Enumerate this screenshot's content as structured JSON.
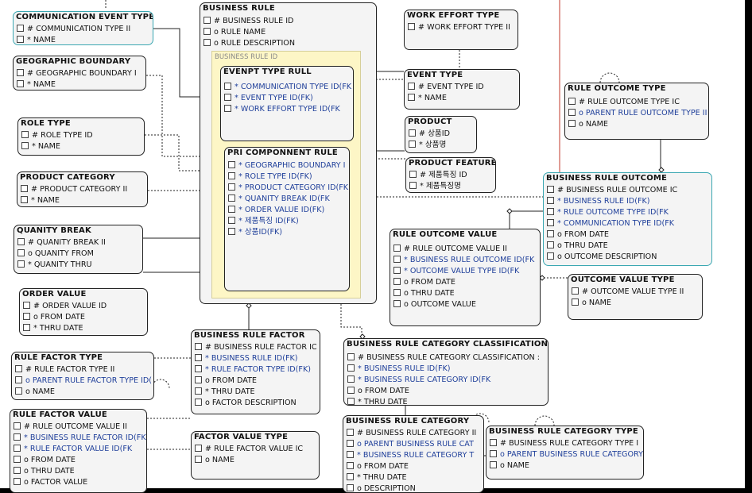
{
  "entities": {
    "communication_event_type": {
      "title": "COMMUNICATION EVENT TYPE",
      "rows": [
        {
          "text": "# COMMUNICATION TYPE II"
        },
        {
          "text": "* NAME"
        }
      ]
    },
    "geographic_boundary": {
      "title": "GEOGRAPHIC BOUNDARY",
      "rows": [
        {
          "text": "# GEOGRAPHIC BOUNDARY I"
        },
        {
          "text": "* NAME"
        }
      ]
    },
    "role_type": {
      "title": "ROLE TYPE",
      "rows": [
        {
          "text": "# ROLE TYPE ID"
        },
        {
          "text": "* NAME"
        }
      ]
    },
    "product_category": {
      "title": "PRODUCT CATEGORY",
      "rows": [
        {
          "text": "# PRODUCT CATEGORY II"
        },
        {
          "text": "* NAME"
        }
      ]
    },
    "quanity_break": {
      "title": "QUANITY BREAK",
      "rows": [
        {
          "text": "# QUANITY BREAK II"
        },
        {
          "text": "o QUANITY FROM"
        },
        {
          "text": "* QUANITY THRU"
        }
      ]
    },
    "order_value": {
      "title": "ORDER VALUE",
      "rows": [
        {
          "text": "# ORDER VALUE ID"
        },
        {
          "text": "o FROM DATE"
        },
        {
          "text": "* THRU DATE"
        }
      ]
    },
    "business_rule": {
      "title": "BUSINESS RULE",
      "rows": [
        {
          "text": "# BUSINESS RULE ID"
        },
        {
          "text": "o RULE NAME"
        },
        {
          "text": "o RULE DESCRIPTION"
        }
      ],
      "subtype_label": "BUSINESS RULE ID"
    },
    "evenpt_type_rull": {
      "title": "EVENPT TYPE RULL",
      "rows": [
        {
          "text": "* COMMUNICATION TYPE ID(FK",
          "fk": true
        },
        {
          "text": "* EVENT TYPE ID(FK)",
          "fk": true
        },
        {
          "text": "* WORK EFFORT TYPE ID(FK",
          "fk": true
        }
      ]
    },
    "pri_componnent_rule": {
      "title": "PRI COMPONNENT RULE",
      "rows": [
        {
          "text": "* GEOGRAPHIC BOUNDARY I",
          "fk": true
        },
        {
          "text": "* ROLE TYPE ID(FK)",
          "fk": true
        },
        {
          "text": "* PRODUCT CATEGORY ID(FK",
          "fk": true
        },
        {
          "text": "* QUANITY BREAK ID(FK",
          "fk": true
        },
        {
          "text": "* ORDER VALUE ID(FK)",
          "fk": true
        },
        {
          "text": "* 제품특징 ID(FK)",
          "fk": true
        },
        {
          "text": "* 상품ID(FK)",
          "fk": true
        }
      ]
    },
    "work_effort_type": {
      "title": "WORK EFFORT TYPE",
      "rows": [
        {
          "text": "# WORK EFFORT TYPE II"
        }
      ]
    },
    "event_type": {
      "title": "EVENT TYPE",
      "rows": [
        {
          "text": "# EVENT TYPE ID"
        },
        {
          "text": "* NAME"
        }
      ]
    },
    "product": {
      "title": "PRODUCT",
      "rows": [
        {
          "text": "# 상품ID"
        },
        {
          "text": "* 상품명"
        }
      ]
    },
    "product_feature": {
      "title": "PRODUCT FEATURE",
      "rows": [
        {
          "text": "# 제품특징 ID"
        },
        {
          "text": "* 제품특징명"
        }
      ]
    },
    "rule_outcome_type": {
      "title": "RULE OUTCOME TYPE",
      "rows": [
        {
          "text": "# RULE OUTCOME TYPE IC"
        },
        {
          "text": "o PARENT RULE OUTCOME TYPE II",
          "fk": true
        },
        {
          "text": "o NAME"
        }
      ]
    },
    "business_rule_outcome": {
      "title": "BUSINESS RULE OUTCOME",
      "rows": [
        {
          "text": "# BUSINESS RULE OUTCOME IC"
        },
        {
          "text": "* BUSINESS RULE ID(FK)",
          "fk": true
        },
        {
          "text": "* RULE OUTCOME TYPE ID(FK",
          "fk": true
        },
        {
          "text": "* COMMUNICATION TYPE ID(FK",
          "fk": true
        },
        {
          "text": "o FROM DATE"
        },
        {
          "text": "o THRU DATE"
        },
        {
          "text": "o OUTCOME DESCRIPTION"
        }
      ]
    },
    "rule_outcome_value": {
      "title": "RULE OUTCOME VALUE",
      "rows": [
        {
          "text": "# RULE OUTCOME VALUE II"
        },
        {
          "text": "* BUSINESS RULE OUTCOME ID(FK",
          "fk": true
        },
        {
          "text": "* OUTCOME VALUE TYPE ID(FK",
          "fk": true
        },
        {
          "text": "o FROM DATE"
        },
        {
          "text": "o THRU DATE"
        },
        {
          "text": "o OUTCOME VALUE"
        }
      ]
    },
    "outcome_value_type": {
      "title": "OUTCOME VALUE TYPE",
      "rows": [
        {
          "text": "# OUTCOME VALUE TYPE II"
        },
        {
          "text": "o NAME"
        }
      ]
    },
    "business_rule_factor": {
      "title": "BUSINESS RULE FACTOR",
      "rows": [
        {
          "text": "# BUSINESS RULE FACTOR IC"
        },
        {
          "text": "* BUSINESS RULE ID(FK)",
          "fk": true
        },
        {
          "text": "* RULE FACTOR TYPE ID(FK)",
          "fk": true
        },
        {
          "text": "o FROM DATE"
        },
        {
          "text": "* THRU DATE"
        },
        {
          "text": "o FACTOR DESCRIPTION"
        }
      ]
    },
    "rule_factor_type": {
      "title": "RULE FACTOR TYPE",
      "rows": [
        {
          "text": "# RULE FACTOR TYPE II"
        },
        {
          "text": "o PARENT RULE FACTOR TYPE ID(",
          "fk": true
        },
        {
          "text": "o NAME"
        }
      ]
    },
    "rule_factor_value": {
      "title": "RULE FACTOR VALUE",
      "rows": [
        {
          "text": "# RULE OUTCOME VALUE II"
        },
        {
          "text": "* BUSINESS RULE FACTOR ID(FK",
          "fk": true
        },
        {
          "text": "* RULE FACTOR VALUE ID(FK",
          "fk": true
        },
        {
          "text": "o FROM DATE"
        },
        {
          "text": "o THRU DATE"
        },
        {
          "text": "o FACTOR VALUE"
        }
      ]
    },
    "factor_value_type": {
      "title": "FACTOR VALUE TYPE",
      "rows": [
        {
          "text": "# RULE FACTOR VALUE IC"
        },
        {
          "text": "o NAME"
        }
      ]
    },
    "business_rule_category_classification": {
      "title": "BUSINESS RULE CATEGORY CLASSIFICATION",
      "rows": [
        {
          "text": "# BUSINESS RULE CATEGORY CLASSIFICATION :"
        },
        {
          "text": "* BUSINESS RULE ID(FK)",
          "fk": true
        },
        {
          "text": "* BUSINESS RULE CATEGORY ID(FK",
          "fk": true
        },
        {
          "text": "o FROM DATE"
        },
        {
          "text": "* THRU DATE"
        }
      ]
    },
    "business_rule_category": {
      "title": "BUSINESS RULE CATEGORY",
      "rows": [
        {
          "text": "# BUSINESS RULE CATEGORY II"
        },
        {
          "text": "o PARENT BUSINESS RULE CAT",
          "fk": true
        },
        {
          "text": "* BUSINESS RULE CATEGORY T",
          "fk": true
        },
        {
          "text": "o FROM DATE"
        },
        {
          "text": "* THRU DATE"
        },
        {
          "text": "o DESCRIPTION"
        }
      ]
    },
    "business_rule_category_type": {
      "title": "BUSINESS RULE CATEGORY TYPE",
      "rows": [
        {
          "text": "# BUSINESS RULE CATEGORY TYPE I"
        },
        {
          "text": "o PARENT BUSINESS RULE CATEGORY",
          "fk": true
        },
        {
          "text": "o NAME"
        }
      ]
    }
  },
  "colors": {
    "fk_text": "#1f3f9a",
    "line": "#222222",
    "subtype_fill": "#fdf6c6",
    "red_line": "#c0392b",
    "cyan_border": "#3aa7b2"
  }
}
